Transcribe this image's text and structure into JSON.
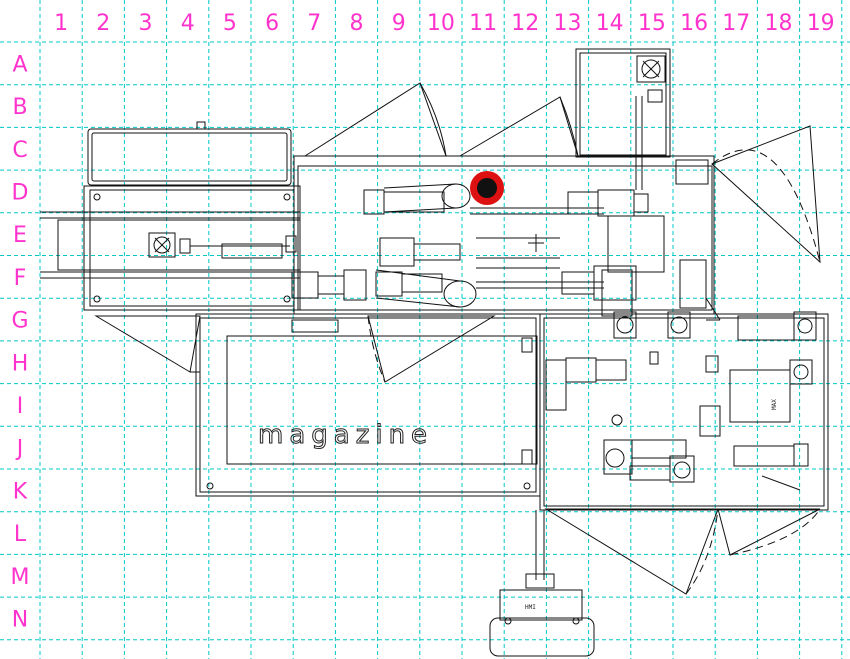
{
  "grid": {
    "columns": [
      "1",
      "2",
      "3",
      "4",
      "5",
      "6",
      "7",
      "8",
      "9",
      "10",
      "11",
      "12",
      "13",
      "14",
      "15",
      "16",
      "17",
      "18",
      "19"
    ],
    "rows": [
      "A",
      "B",
      "C",
      "D",
      "E",
      "F",
      "G",
      "H",
      "I",
      "J",
      "K",
      "L",
      "M",
      "N"
    ]
  },
  "labels": {
    "magazine": "magazine",
    "hmi": "HMI",
    "max": "MAX"
  },
  "marker": {
    "fill": "#dd1111",
    "core": "#111111"
  },
  "colors": {
    "grid": "#00c8c8",
    "axis_labels": "#ff33cc",
    "ink": "#111111"
  }
}
